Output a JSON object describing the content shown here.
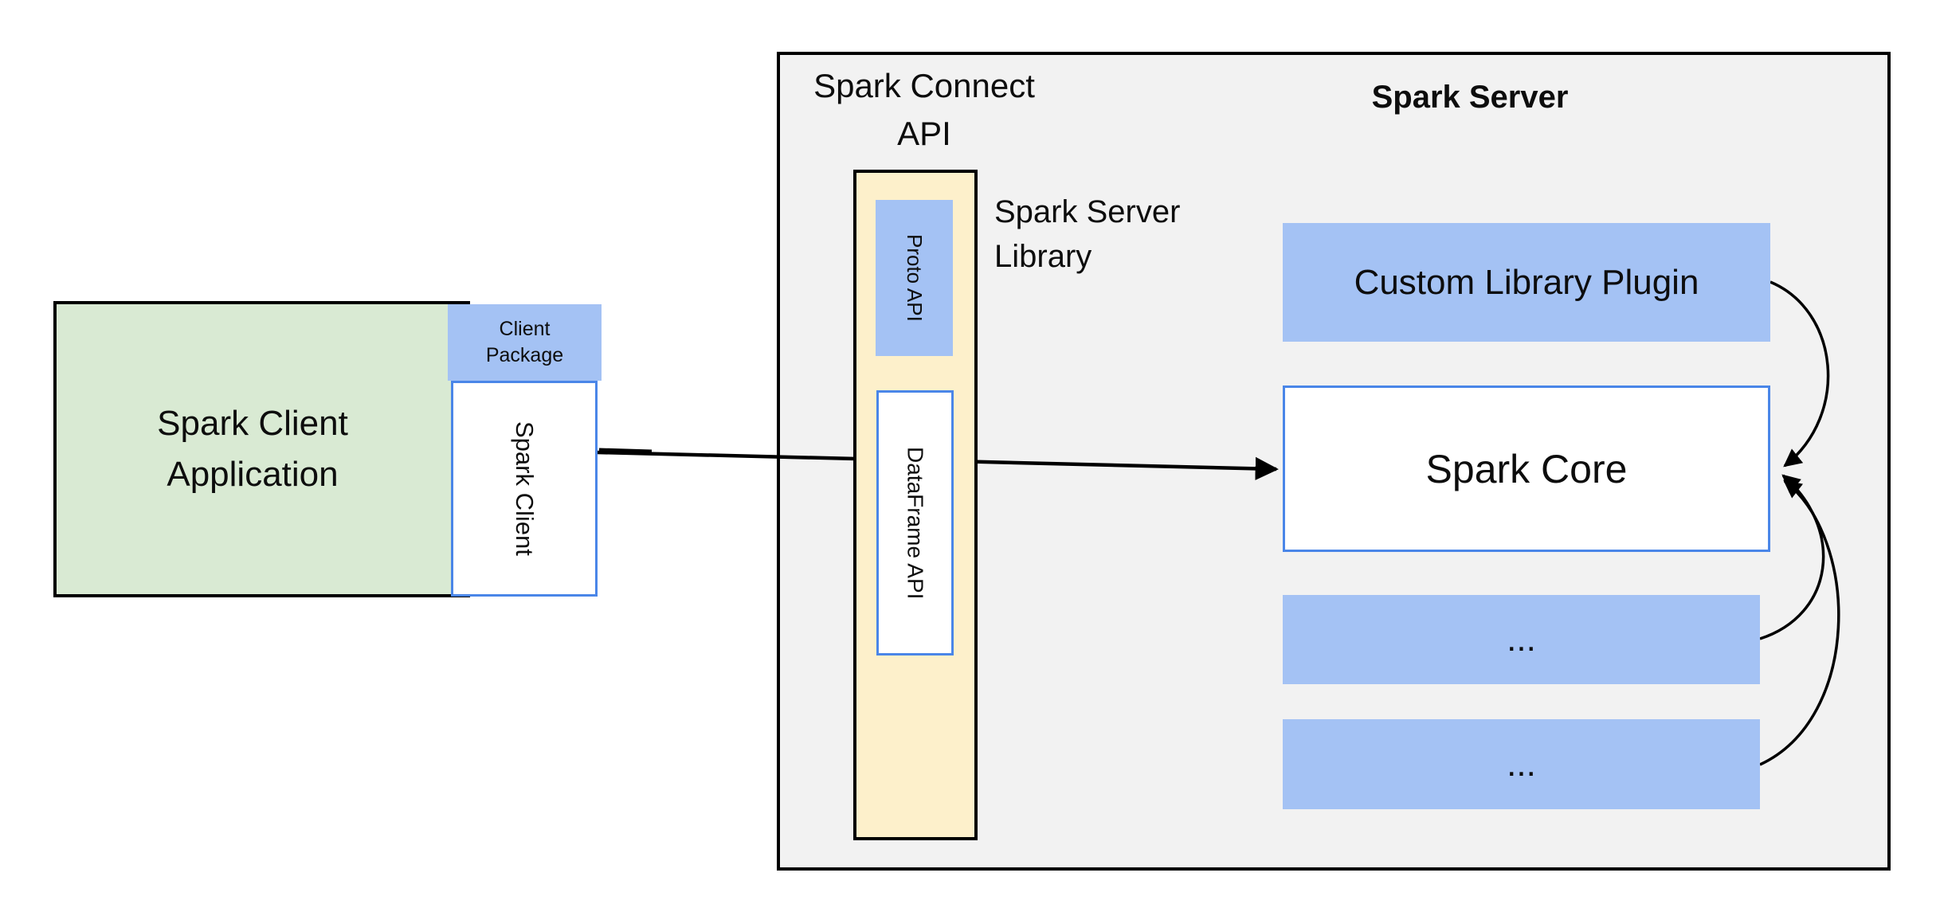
{
  "colors": {
    "box_blue": "#a4c2f4",
    "box_blue_border": "#4a86e8",
    "client_green": "#d9ead3",
    "api_yellow": "#fdf0cb",
    "server_gray": "#f2f2f2",
    "line_black": "#000000"
  },
  "client": {
    "app_line1": "Spark Client",
    "app_line2": "Application",
    "package_line1": "Client",
    "package_line2": "Package",
    "spark_client": "Spark Client"
  },
  "connect_api": {
    "label_line1": "Spark Connect",
    "label_line2": "API",
    "proto_api": "Proto API",
    "dataframe_api": "DataFrame API",
    "server_library_line1": "Spark Server",
    "server_library_line2": "Library"
  },
  "server": {
    "title": "Spark Server",
    "custom_plugin": "Custom Library Plugin",
    "spark_core": "Spark Core",
    "slot1": "...",
    "slot2": "..."
  }
}
